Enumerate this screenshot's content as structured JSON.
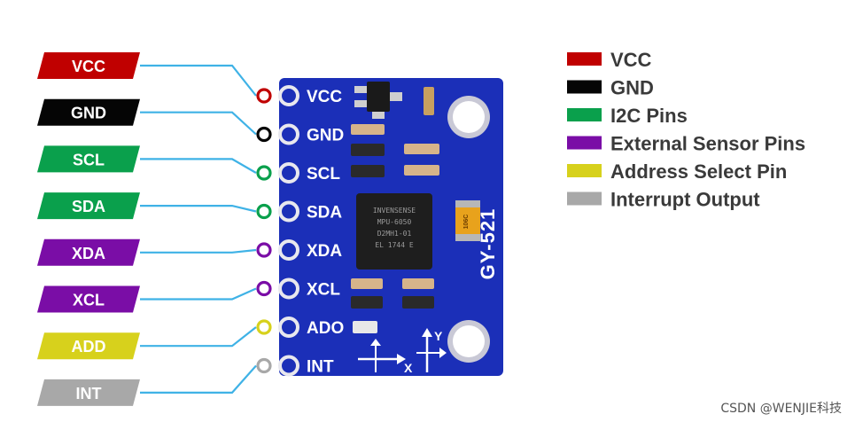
{
  "pin_labels": [
    {
      "text": "VCC",
      "color": "#c00000",
      "text_color": "#ffffff"
    },
    {
      "text": "GND",
      "color": "#050505",
      "text_color": "#ffffff"
    },
    {
      "text": "SCL",
      "color": "#0aa04c",
      "text_color": "#ffffff"
    },
    {
      "text": "SDA",
      "color": "#0aa04c",
      "text_color": "#ffffff"
    },
    {
      "text": "XDA",
      "color": "#7a0da6",
      "text_color": "#ffffff"
    },
    {
      "text": "XCL",
      "color": "#7a0da6",
      "text_color": "#ffffff"
    },
    {
      "text": "ADD",
      "color": "#d7d11c",
      "text_color": "#ffffff"
    },
    {
      "text": "INT",
      "color": "#a8a8a8",
      "text_color": "#ffffff"
    }
  ],
  "board": {
    "pins": [
      "VCC",
      "GND",
      "SCL",
      "SDA",
      "XDA",
      "XCL",
      "ADO",
      "INT"
    ],
    "model": "GY-521",
    "chip_lines": [
      "INVENSENSE",
      "MPU-6050",
      "D2MH1-01",
      "EL 1744 E"
    ],
    "axis_x": "X",
    "axis_y": "Y",
    "cap_label": "106C"
  },
  "legend": [
    {
      "label": "VCC",
      "color": "#c00000"
    },
    {
      "label": "GND",
      "color": "#050505"
    },
    {
      "label": "I2C Pins",
      "color": "#0aa04c"
    },
    {
      "label": "External Sensor Pins",
      "color": "#7a0da6"
    },
    {
      "label": "Address Select Pin",
      "color": "#d7d11c"
    },
    {
      "label": "Interrupt Output",
      "color": "#a8a8a8"
    }
  ],
  "watermark": "CSDN @WENJIE科技",
  "colors": {
    "wire": "#3fb2e6",
    "board": "#1b2fb8",
    "board_dark": "#13219a"
  }
}
